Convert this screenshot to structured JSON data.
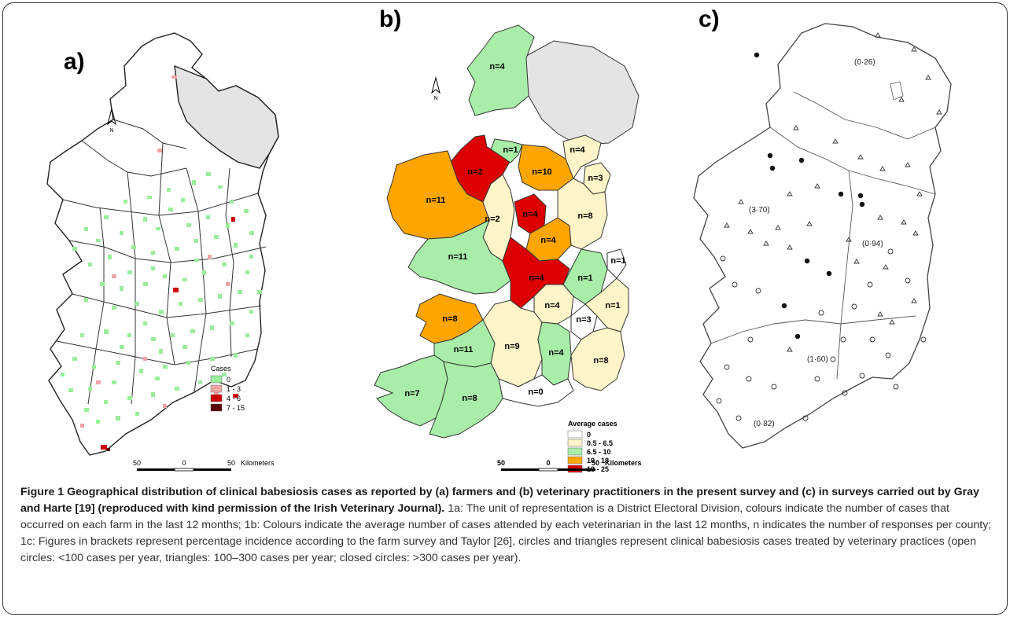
{
  "panels": {
    "a": {
      "label": "a)",
      "north": "N",
      "legend_title": "Cases",
      "legend": [
        {
          "label": "0",
          "color": "#99ee99"
        },
        {
          "label": "1 - 3",
          "color": "#f0a5a5"
        },
        {
          "label": "4 - 6",
          "color": "#cc0000"
        },
        {
          "label": "7 - 15",
          "color": "#5a0000"
        }
      ],
      "scale": {
        "left": "50",
        "mid": "0",
        "right": "50",
        "unit": "Kilometers"
      }
    },
    "b": {
      "label": "b)",
      "north": "N",
      "legend_title": "Average cases",
      "legend": [
        {
          "label": "0",
          "color": "#ffffff"
        },
        {
          "label": "0.5 - 6.5",
          "color": "#fff5c8"
        },
        {
          "label": "6.5 - 10",
          "color": "#a8eea8"
        },
        {
          "label": "10 - 18",
          "color": "#ffa500"
        },
        {
          "label": "18 - 25",
          "color": "#dd0000"
        }
      ],
      "counties": [
        {
          "id": "donegal",
          "n": "n=4",
          "color": "#a8eea8"
        },
        {
          "id": "sligo",
          "n": "n=2",
          "color": "#dd0000"
        },
        {
          "id": "leitrim",
          "n": "n=1",
          "color": "#a8eea8"
        },
        {
          "id": "mayo",
          "n": "n=11",
          "color": "#ffa500"
        },
        {
          "id": "roscommon",
          "n": "n=2",
          "color": "#fff5c8"
        },
        {
          "id": "cavan",
          "n": "n=10",
          "color": "#ffa500"
        },
        {
          "id": "monaghan",
          "n": "n=4",
          "color": "#fff5c8"
        },
        {
          "id": "louth",
          "n": "n=3",
          "color": "#fff5c8"
        },
        {
          "id": "longford",
          "n": "n=4",
          "color": "#dd0000"
        },
        {
          "id": "westmeath",
          "n": "n=4",
          "color": "#ffa500"
        },
        {
          "id": "meath",
          "n": "n=8",
          "color": "#fff5c8"
        },
        {
          "id": "galway",
          "n": "n=11",
          "color": "#a8eea8"
        },
        {
          "id": "offaly",
          "n": "n=4",
          "color": "#dd0000"
        },
        {
          "id": "kildare",
          "n": "n=1",
          "color": "#a8eea8"
        },
        {
          "id": "dublin",
          "n": "n=1",
          "color": "#ffffff"
        },
        {
          "id": "clare",
          "n": "n=8",
          "color": "#ffa500"
        },
        {
          "id": "laois",
          "n": "n=4",
          "color": "#fff5c8"
        },
        {
          "id": "wicklow",
          "n": "n=1",
          "color": "#fff5c8"
        },
        {
          "id": "tipperary",
          "n": "n=9",
          "color": "#fff5c8"
        },
        {
          "id": "kilkenny",
          "n": "n=4",
          "color": "#a8eea8"
        },
        {
          "id": "carlow",
          "n": "n=3",
          "color": "#ffffff"
        },
        {
          "id": "wexford",
          "n": "n=8",
          "color": "#fff5c8"
        },
        {
          "id": "limerick",
          "n": "n=11",
          "color": "#a8eea8"
        },
        {
          "id": "waterford",
          "n": "n=0",
          "color": "#ffffff"
        },
        {
          "id": "kerry",
          "n": "n=7",
          "color": "#a8eea8"
        },
        {
          "id": "cork",
          "n": "n=8",
          "color": "#a8eea8"
        }
      ],
      "scale": {
        "left": "50",
        "mid": "0",
        "right": "50",
        "unit": "Kilometers"
      }
    },
    "c": {
      "label": "c)",
      "incidence": [
        {
          "value": "(0·26)"
        },
        {
          "value": "(3·70)"
        },
        {
          "value": "(0·94)"
        },
        {
          "value": "(1·60)"
        },
        {
          "value": "(0·82)"
        }
      ]
    }
  },
  "caption": {
    "title": "Figure 1 Geographical distribution of clinical babesiosis cases as reported by (a) farmers and (b) veterinary practitioners in the present survey and (c) in surveys carried out by Gray and Harte [19] (reproduced with kind permission of the Irish Veterinary Journal).",
    "body": " 1a: The unit of representation is a District Electoral Division, colours indicate the number of cases that occurred on each farm in the last 12 months; 1b: Colours indicate the average number of cases attended by each veterinarian in the last 12 months, n indicates the number of responses per county; 1c: Figures in brackets represent percentage incidence according to the farm survey and Taylor [26], circles and triangles represent clinical babesiosis cases treated by veterinary practices (open circles: <100 cases per year, triangles: 100–300 cases per year; closed circles: >300 cases per year)."
  }
}
